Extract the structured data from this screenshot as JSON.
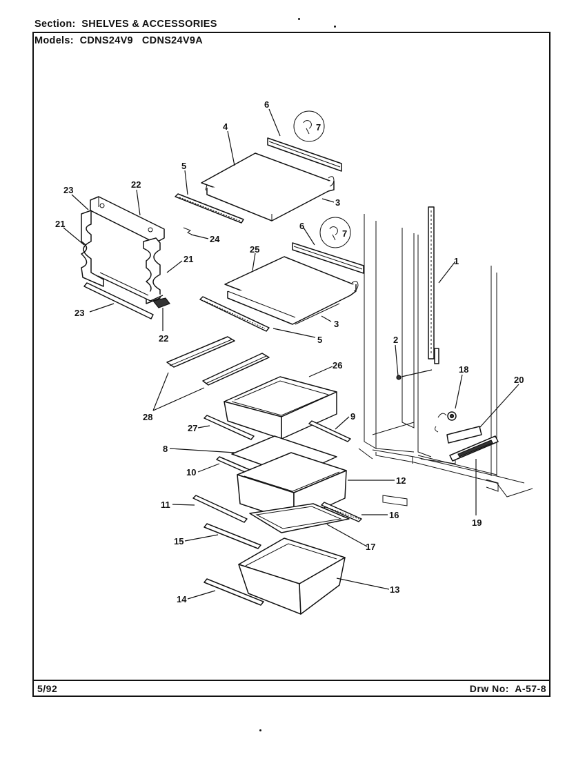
{
  "header": {
    "section_label": "Section:",
    "section_value": "SHELVES & ACCESSORIES",
    "models_label": "Models:",
    "models_value": "CDNS24V9   CDNS24V9A"
  },
  "footer": {
    "date": "5/92",
    "drawing_number": "Drw No:  A-57-8"
  },
  "callouts": {
    "c1": "1",
    "c2": "2",
    "c3a": "3",
    "c3b": "3",
    "c4": "4",
    "c5a": "5",
    "c5b": "5",
    "c6a": "6",
    "c6b": "6",
    "c7a": "7",
    "c7b": "7",
    "c8": "8",
    "c9": "9",
    "c10": "10",
    "c11": "11",
    "c12": "12",
    "c13": "13",
    "c14": "14",
    "c15": "15",
    "c16": "16",
    "c17": "17",
    "c18": "18",
    "c19": "19",
    "c20": "20",
    "c21a": "21",
    "c21b": "21",
    "c22a": "22",
    "c22b": "22",
    "c23a": "23",
    "c23b": "23",
    "c24": "24",
    "c25": "25",
    "c26": "26",
    "c27": "27",
    "c28": "28"
  }
}
